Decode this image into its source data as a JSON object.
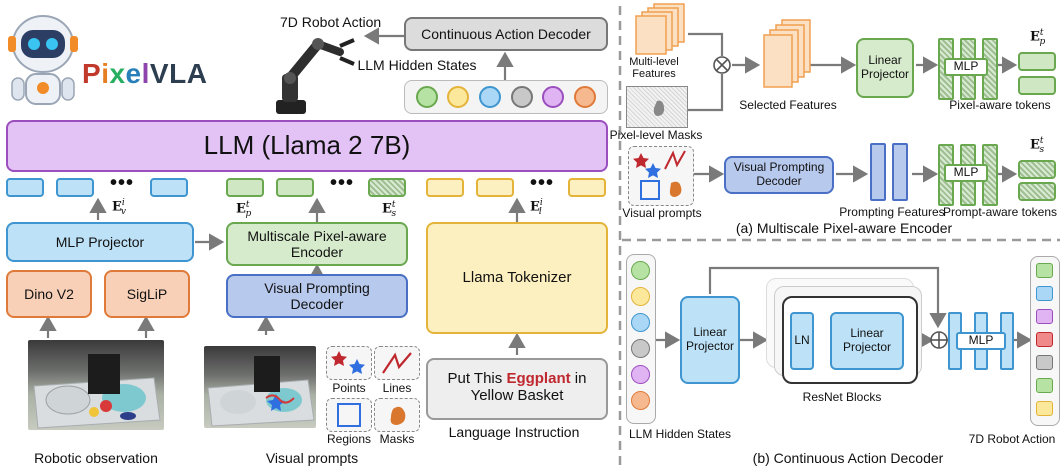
{
  "brand": {
    "title_letters": [
      "P",
      "i",
      "x",
      "e",
      "l",
      "V",
      "L",
      "A"
    ],
    "letter_colors": [
      "#c0392b",
      "#e67e22",
      "#27ae60",
      "#2980b9",
      "#8e44ad",
      "#2c3e50",
      "#2c3e50",
      "#2c3e50"
    ]
  },
  "left": {
    "robot_action": "7D Robot Action",
    "continuous_decoder": "Continuous Action Decoder",
    "hidden_states": "LLM Hidden States",
    "hidden_colors": [
      "#b6e3a3",
      "#fbe89b",
      "#a9d7f5",
      "#c8c8c8",
      "#e0b4f2",
      "#f6b88e"
    ],
    "llm": "LLM (Llama 2 7B)",
    "dots": "•••",
    "e_v": {
      "base": "E",
      "sup": "i",
      "sub": "v"
    },
    "e_p": {
      "base": "E",
      "sup": "t",
      "sub": "p"
    },
    "e_s": {
      "base": "E",
      "sup": "t",
      "sub": "s"
    },
    "e_l": {
      "base": "E",
      "sup": "i",
      "sub": "l"
    },
    "mlp_projector": "MLP Projector",
    "multiscale_encoder": "Multiscale Pixel-aware Encoder",
    "vpd": "Visual Prompting Decoder",
    "tokenizer": "Llama Tokenizer",
    "dino": "Dino V2",
    "siglip": "SigLiP",
    "instruction_pre": "Put This",
    "instruction_obj": "Eggplant",
    "instruction_post": "in Yellow Basket",
    "robotic_observation": "Robotic observation",
    "visual_prompts": "Visual prompts",
    "language_instruction": "Language Instruction",
    "prompt_types": [
      "Points",
      "Lines",
      "Regions",
      "Masks"
    ]
  },
  "panel_a": {
    "multi_level_features": "Multi-level Features",
    "pixel_level_masks": "Pixel-level Masks",
    "selected_features": "Selected Features",
    "linear_projector": "Linear Projector",
    "mlp": "MLP",
    "pixel_aware_tokens": "Pixel-aware tokens",
    "e_p": {
      "base": "E",
      "sup": "t",
      "sub": "p"
    },
    "visual_prompts": "Visual prompts",
    "vpd": "Visual Prompting Decoder",
    "prompting_features": "Prompting Features",
    "prompt_aware_tokens": "Prompt-aware tokens",
    "e_s": {
      "base": "E",
      "sup": "t",
      "sub": "s"
    },
    "caption": "(a) Multiscale Pixel-aware Encoder"
  },
  "panel_b": {
    "hidden_colors": [
      "#b6e3a3",
      "#fbe89b",
      "#a9d7f5",
      "#c8c8c8",
      "#e0b4f2",
      "#f6b88e"
    ],
    "hidden_states": "LLM Hidden States",
    "linear_projector": "Linear Projector",
    "ln": "LN",
    "linear_projector_inner": "Linear Projector",
    "resnet_blocks": "ResNet Blocks",
    "mlp": "MLP",
    "action_colors": [
      "#b6e3a3",
      "#a9d7f5",
      "#e0b4f2",
      "#f08a8a",
      "#c8c8c8",
      "#b6e3a3",
      "#fbe89b"
    ],
    "robot_action": "7D Robot Action",
    "caption": "(b) Continuous Action Decoder"
  }
}
